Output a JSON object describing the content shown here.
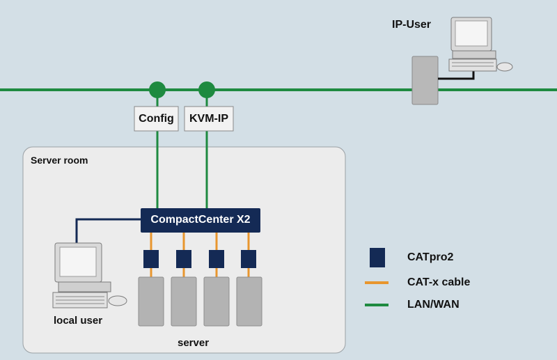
{
  "labels": {
    "ip_user": "IP-User",
    "config": "Config",
    "kvm_ip": "KVM-IP",
    "server_room": "Server room",
    "compact_center": "CompactCenter X2",
    "local_user": "local user",
    "server": "server"
  },
  "legend": {
    "items": [
      {
        "label": "CATpro2",
        "symbol": "square"
      },
      {
        "label": "CAT-x cable",
        "symbol": "orange-line"
      },
      {
        "label": "LAN/WAN",
        "symbol": "green-line"
      }
    ]
  },
  "colors": {
    "background": "#d3dfe6",
    "lan_wan": "#1e8a40",
    "cat_x": "#e8962e",
    "catpro2": "#142a55",
    "device_box": "#142a55",
    "server_room_bg": "#ececec",
    "server_gray": "#b3b3b3"
  }
}
